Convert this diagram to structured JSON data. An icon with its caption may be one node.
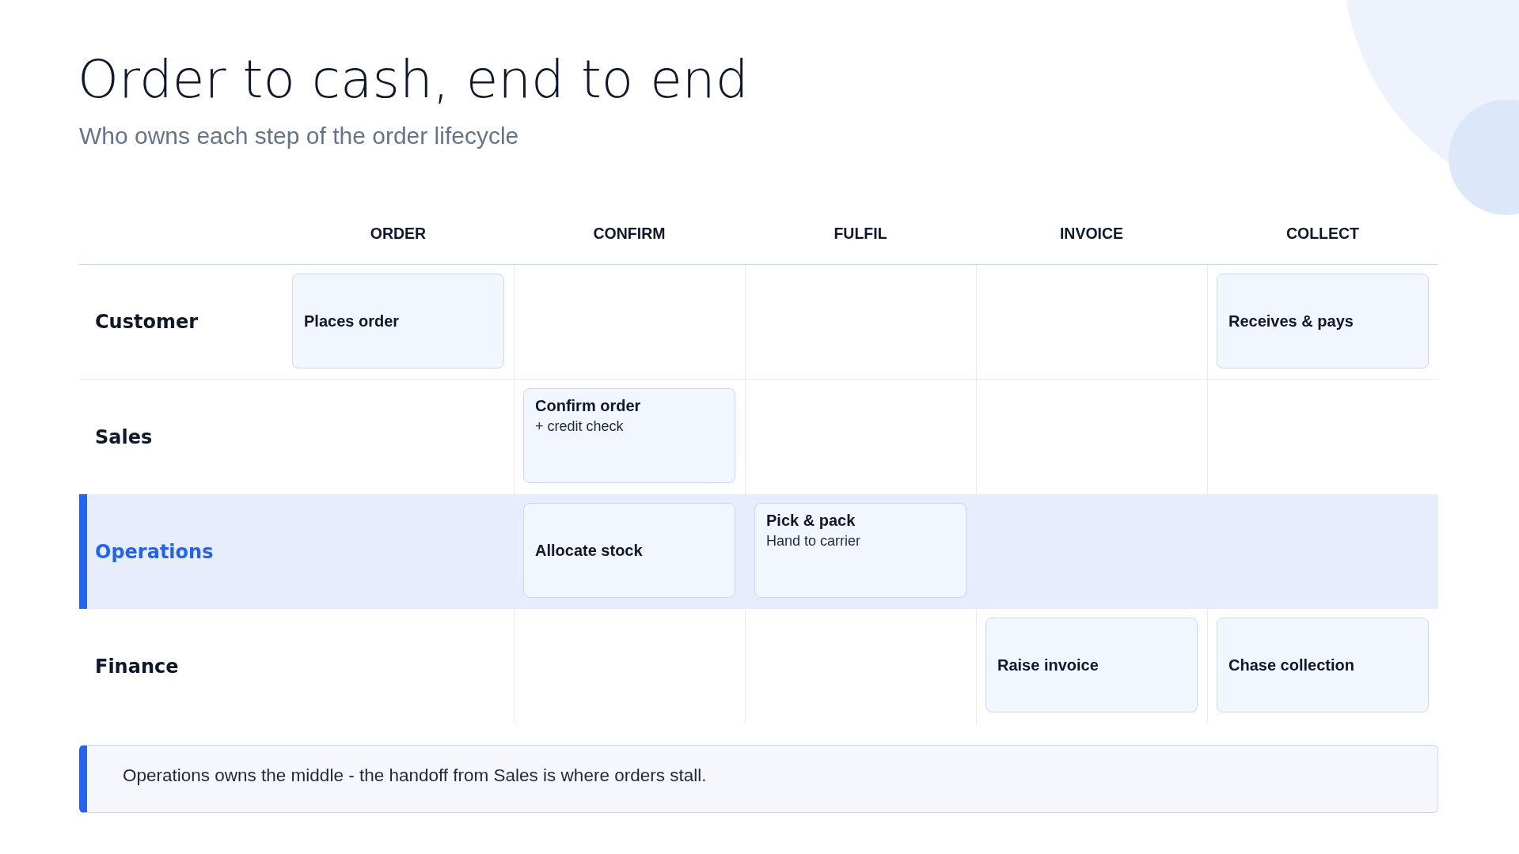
{
  "diagram": {
    "title": "Order to cash, end to end",
    "nodes": [
      {
        "text": [
          "Customer"
        ]
      },
      {
        "text": [
          "Places order"
        ],
        "in": 0
      },
      {
        "text": [
          "Receives & pays"
        ],
        "in": 0
      },
      {
        "text": [
          "Sales"
        ]
      },
      {
        "text": [
          "Confirm order",
          "+ credit check"
        ],
        "in": 3
      },
      {
        "text": [
          "Operations"
        ]
      },
      {
        "text": [
          "Allocate stock"
        ],
        "in": 5
      },
      {
        "text": [
          "Pick & pack",
          "Hand to carrier"
        ],
        "in": 5
      },
      {
        "text": [
          "Finance"
        ]
      },
      {
        "text": [
          "Raise invoice"
        ],
        "in": 8
      },
      {
        "text": [
          "Chase collection"
        ],
        "in": 8
      },
      {
        "text": [
          "Operations owns the middle - the handoff from Sales is where orders stall."
        ]
      }
    ],
    "labels": [
      "Who owns each step of the order lifecycle",
      "ORDER",
      "CONFIRM",
      "FULFIL",
      "INVOICE",
      "COLLECT"
    ]
  }
}
